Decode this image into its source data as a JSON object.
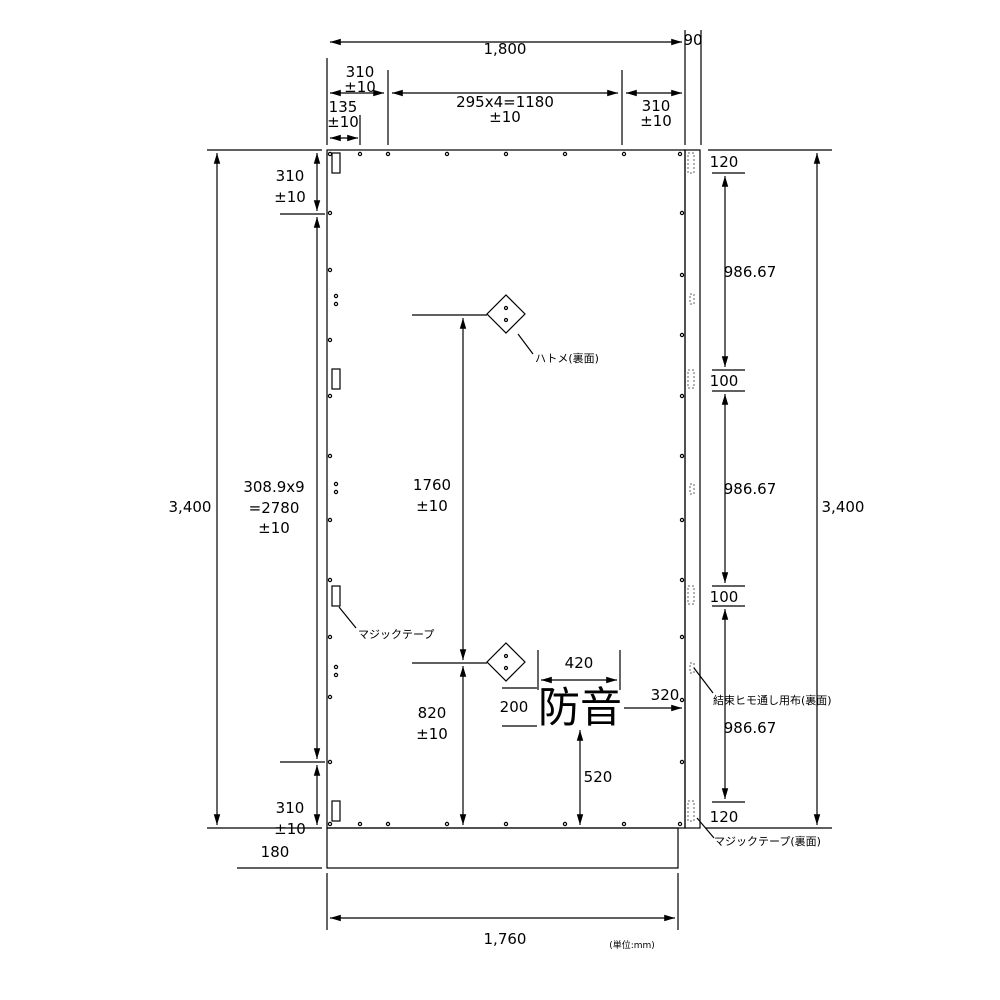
{
  "top": {
    "overall": "1,800",
    "strip": "90",
    "left_margin": "310",
    "left_tol": "±10",
    "pitch": "295x4=1180",
    "pitch_tol": "±10",
    "right_margin": "310",
    "right_tol": "±10",
    "first": "135",
    "first_tol": "±10"
  },
  "left": {
    "overall": "3,400",
    "top_margin": "310",
    "top_tol": "±10",
    "pitch_1": "308.9x9",
    "pitch_2": "=2780",
    "pitch_tol": "±10",
    "bottom_margin": "310",
    "bottom_tol": "±10",
    "extension": "180"
  },
  "center": {
    "grommet_spacing": "1760",
    "grommet_spacing_tol": "±10",
    "grommet_bottom": "820",
    "grommet_bottom_tol": "±10",
    "grommet_label": "ハトメ(裏面)",
    "velcro_label": "マジックテープ",
    "label_width": "420",
    "label_height": "200",
    "label_right": "320",
    "label_bottom": "520",
    "label_text": "防音"
  },
  "right": {
    "top": "120",
    "seg1": "986.67",
    "gap1": "100",
    "seg2": "986.67",
    "gap2": "100",
    "seg3": "986.67",
    "bottom": "120",
    "overall": "3,400",
    "tie_label": "結束ヒモ通し用布(裏面)",
    "velcro_label": "マジックテープ(裏面)"
  },
  "bottom": {
    "overall": "1,760",
    "unit": "(単位:mm)"
  }
}
